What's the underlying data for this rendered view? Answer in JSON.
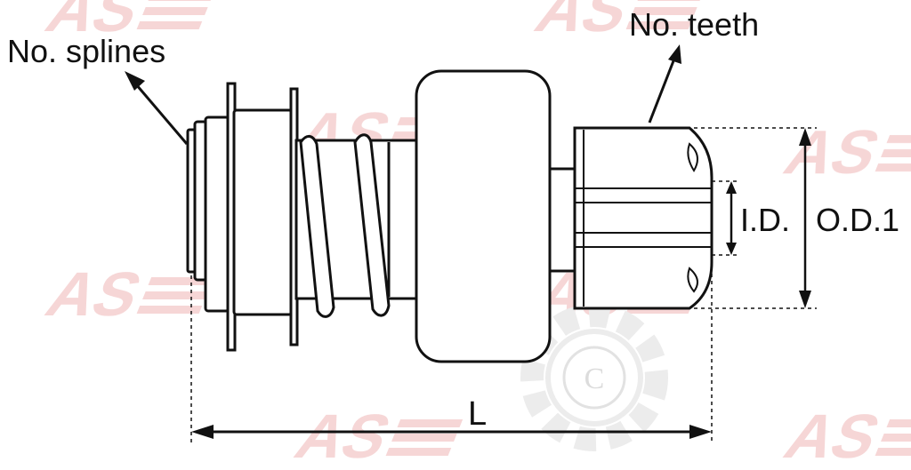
{
  "labels": {
    "splines": "No. splines",
    "teeth": "No. teeth",
    "inner_diameter": "I.D.",
    "outer_diameter": "O.D.1",
    "length": "L"
  },
  "watermark": {
    "brand": "AS",
    "copyright_symbol": "C"
  },
  "colors": {
    "line": "#111111",
    "fill": "#ffffff",
    "watermark_red": "#f3c9c9",
    "watermark_gray": "#e6e6e6"
  }
}
